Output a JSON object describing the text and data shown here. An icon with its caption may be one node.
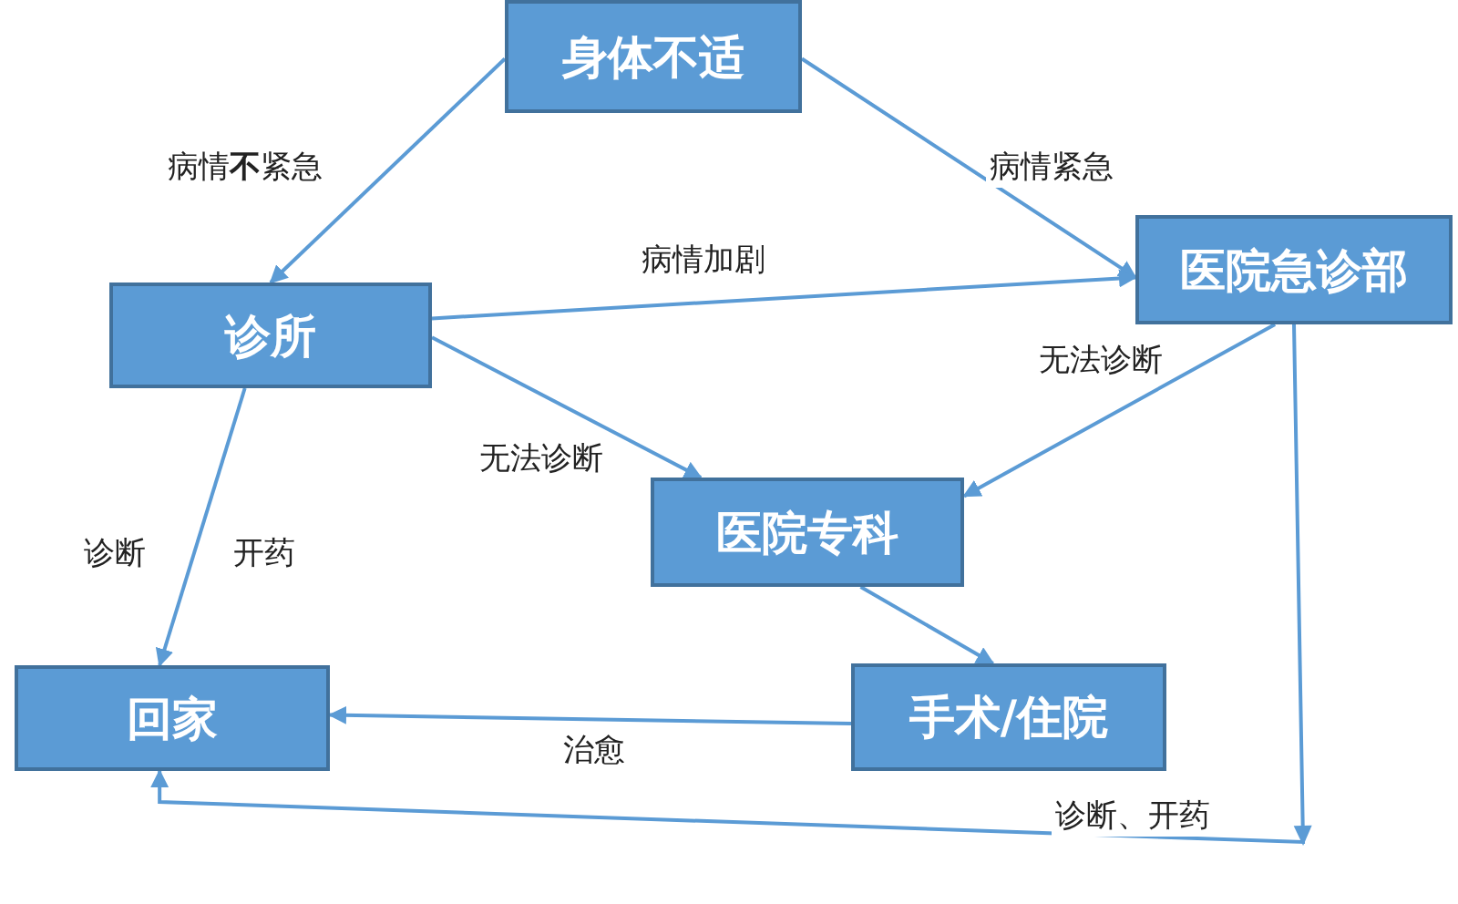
{
  "diagram": {
    "nodes": [
      {
        "text": [
          "身体不适"
        ]
      },
      {
        "text": [
          "诊所"
        ]
      },
      {
        "text": [
          "医院急诊部"
        ]
      },
      {
        "text": [
          "医院专科"
        ]
      },
      {
        "text": [
          "回家"
        ]
      },
      {
        "text": [
          "手术/住院"
        ]
      }
    ],
    "edges": [
      {
        "from": 0,
        "to": 1,
        "arrow": "to",
        "label": "病情**不**紧急"
      },
      {
        "from": 0,
        "to": 2,
        "arrow": "to",
        "label": "病情紧急"
      },
      {
        "from": 1,
        "to": 2,
        "arrow": "to",
        "label": "病情加剧"
      },
      {
        "from": 1,
        "to": 3,
        "arrow": "to",
        "label": "无法诊断"
      },
      {
        "from": 2,
        "to": 3,
        "arrow": "to",
        "label": "无法诊断"
      },
      {
        "from": 1,
        "to": 4,
        "arrow": "to",
        "label": "诊断"
      },
      {
        "from": 3,
        "to": 5,
        "arrow": "to"
      },
      {
        "from": 5,
        "to": 4,
        "arrow": "to",
        "label": "治愈"
      },
      {
        "from": 2,
        "to": 4,
        "arrow": "to",
        "label": "诊断、开药"
      }
    ],
    "labels": [
      "开药"
    ]
  }
}
